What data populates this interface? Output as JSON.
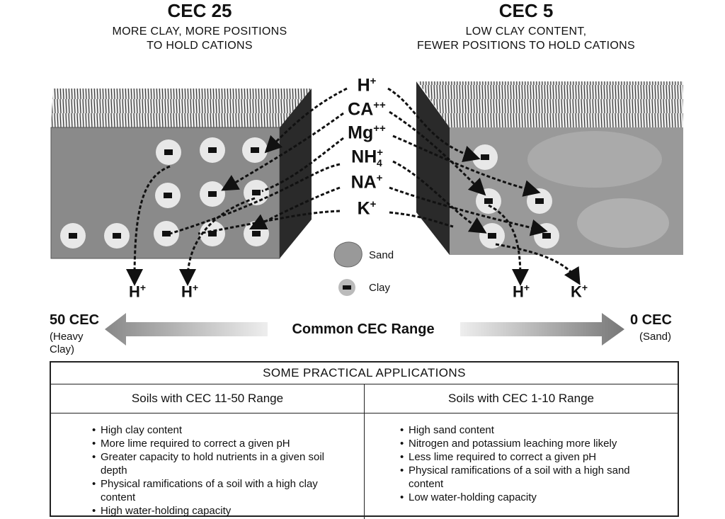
{
  "left_panel": {
    "title": "CEC 25",
    "subtitle_lines": [
      "MORE CLAY, MORE POSITIONS",
      "TO HOLD CATIONS"
    ],
    "released": [
      "H+",
      "H+"
    ]
  },
  "right_panel": {
    "title": "CEC 5",
    "subtitle_lines": [
      "LOW CLAY CONTENT,",
      "FEWER POSITIONS TO HOLD CATIONS"
    ],
    "released": [
      "H+",
      "K+"
    ]
  },
  "cations": [
    {
      "base": "H",
      "sup": "+",
      "sub": ""
    },
    {
      "base": "CA",
      "sup": "++",
      "sub": ""
    },
    {
      "base": "Mg",
      "sup": "++",
      "sub": ""
    },
    {
      "base": "NH",
      "sup": "+",
      "sub": "4"
    },
    {
      "base": "NA",
      "sup": "+",
      "sub": ""
    },
    {
      "base": "K",
      "sup": "+",
      "sub": ""
    }
  ],
  "legend": {
    "sand": "Sand",
    "clay": "Clay",
    "clay_symbol": "−"
  },
  "range": {
    "left_value": "50 CEC",
    "left_note_lines": [
      "(Heavy",
      "Clay)"
    ],
    "center_label": "Common CEC Range",
    "right_value": "0 CEC",
    "right_note": "(Sand)"
  },
  "table": {
    "title": "SOME PRACTICAL APPLICATIONS",
    "columns": [
      {
        "header": "Soils with CEC 11-50 Range",
        "items": [
          "High clay content",
          "More lime required to correct a given pH",
          "Greater capacity to hold nutrients in a given soil depth",
          "Physical ramifications of a soil with a high clay content",
          "High water-holding capacity"
        ]
      },
      {
        "header": "Soils with CEC 1-10 Range",
        "items": [
          "High sand content",
          "Nitrogen and potassium leaching more likely",
          "Less lime required to correct a given pH",
          "Physical ramifications of a soil with a high sand content",
          "Low water-holding capacity"
        ]
      }
    ]
  }
}
